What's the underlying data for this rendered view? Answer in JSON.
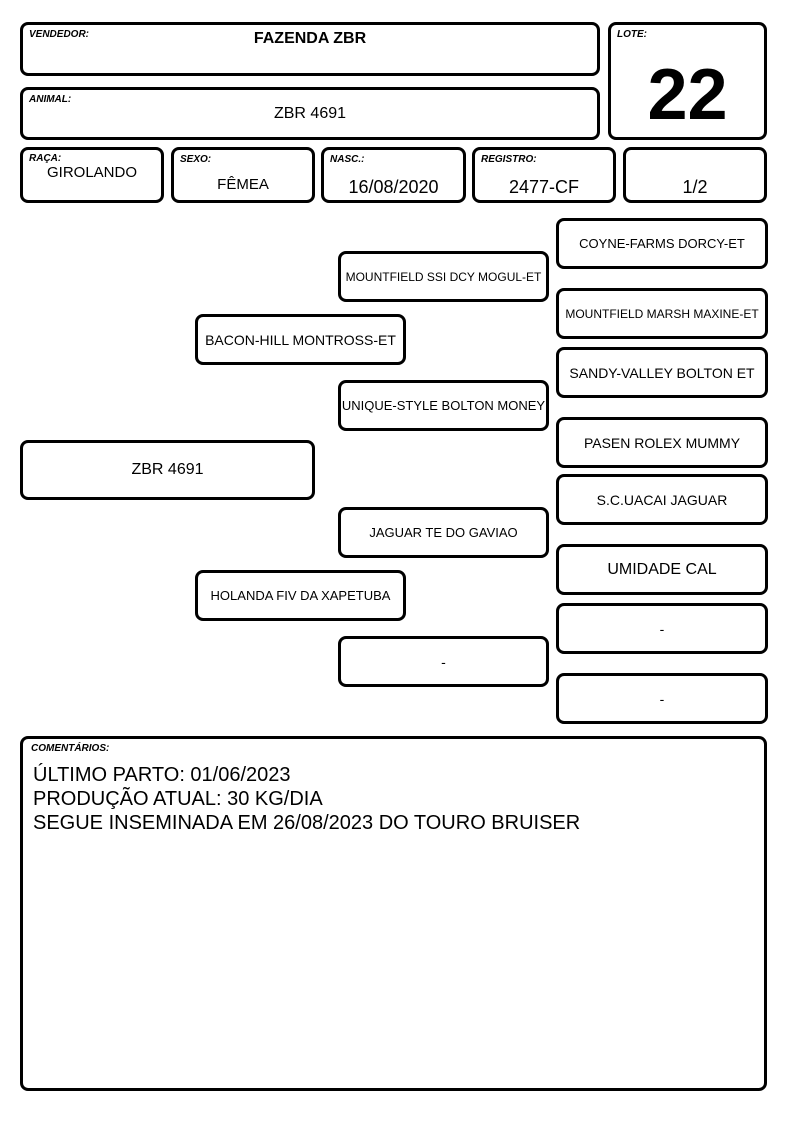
{
  "header": {
    "vendedor_label": "VENDEDOR:",
    "vendedor": "FAZENDA ZBR",
    "lote_label": "LOTE:",
    "lote": "22",
    "animal_label": "ANIMAL:",
    "animal": "ZBR 4691"
  },
  "info": {
    "raca_label": "RAÇA:",
    "raca": "GIROLANDO",
    "sexo_label": "SEXO:",
    "sexo": "FÊMEA",
    "nasc_label": "NASC.:",
    "nasc": "16/08/2020",
    "registro_label": "REGISTRO:",
    "registro": "2477-CF",
    "grau": "1/2"
  },
  "pedigree": {
    "animal": "ZBR 4691",
    "sire": "BACON-HILL MONTROSS-ET",
    "dam": "HOLANDA FIV DA XAPETUBA",
    "sire_sire": "MOUNTFIELD SSI DCY MOGUL-ET",
    "sire_dam": "UNIQUE-STYLE BOLTON MONEY",
    "dam_sire": "JAGUAR TE DO GAVIAO",
    "dam_dam": "-",
    "ss_sire": "COYNE-FARMS DORCY-ET",
    "ss_dam": "MOUNTFIELD MARSH MAXINE-ET",
    "sd_sire": "SANDY-VALLEY BOLTON ET",
    "sd_dam": "PASEN ROLEX MUMMY",
    "ds_sire": "S.C.UACAI JAGUAR",
    "ds_dam": "UMIDADE CAL",
    "dd_sire": "-",
    "dd_dam": "-"
  },
  "comments": {
    "label": "COMENTÁRIOS:",
    "lines": [
      "ÚLTIMO PARTO: 01/06/2023",
      "PRODUÇÃO ATUAL: 30 KG/DIA",
      "SEGUE INSEMINADA EM 26/08/2023 DO TOURO BRUISER"
    ]
  }
}
